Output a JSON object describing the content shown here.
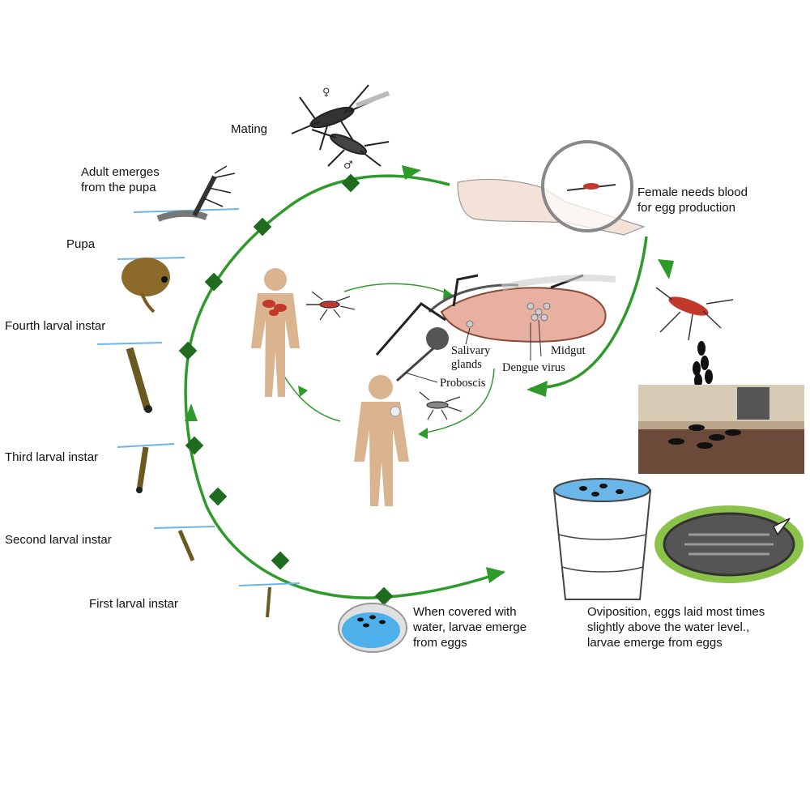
{
  "colors": {
    "cycle": "#2e9a2a",
    "stage_marker": "#1f6b1f",
    "human_skin": "#d9b48f",
    "water": "#6ab6e8",
    "mosquito_body": "#333333"
  },
  "stages": {
    "mating": "Mating",
    "adult_emerges": [
      "Adult emerges",
      "from the pupa"
    ],
    "pupa": "Pupa",
    "fourth_instar": "Fourth larval instar",
    "third_instar": "Third larval instar",
    "second_instar": "Second larval instar",
    "first_instar": "First larval instar",
    "blood_meal": [
      "Female needs blood",
      "for egg production"
    ],
    "eggs_hatch": [
      "When covered with",
      "water, larvae emerge",
      "from eggs"
    ],
    "oviposition": [
      "Oviposition, eggs laid most times",
      "slightly above the water level.,",
      "larvae emerge from eggs"
    ]
  },
  "anatomy": {
    "salivary_glands": [
      "Salivary",
      "glands"
    ],
    "midgut": "Midgut",
    "dengue_virus": "Dengue virus",
    "proboscis": "Proboscis"
  },
  "icons": {
    "female_symbol": "♀",
    "male_symbol": "♂"
  }
}
